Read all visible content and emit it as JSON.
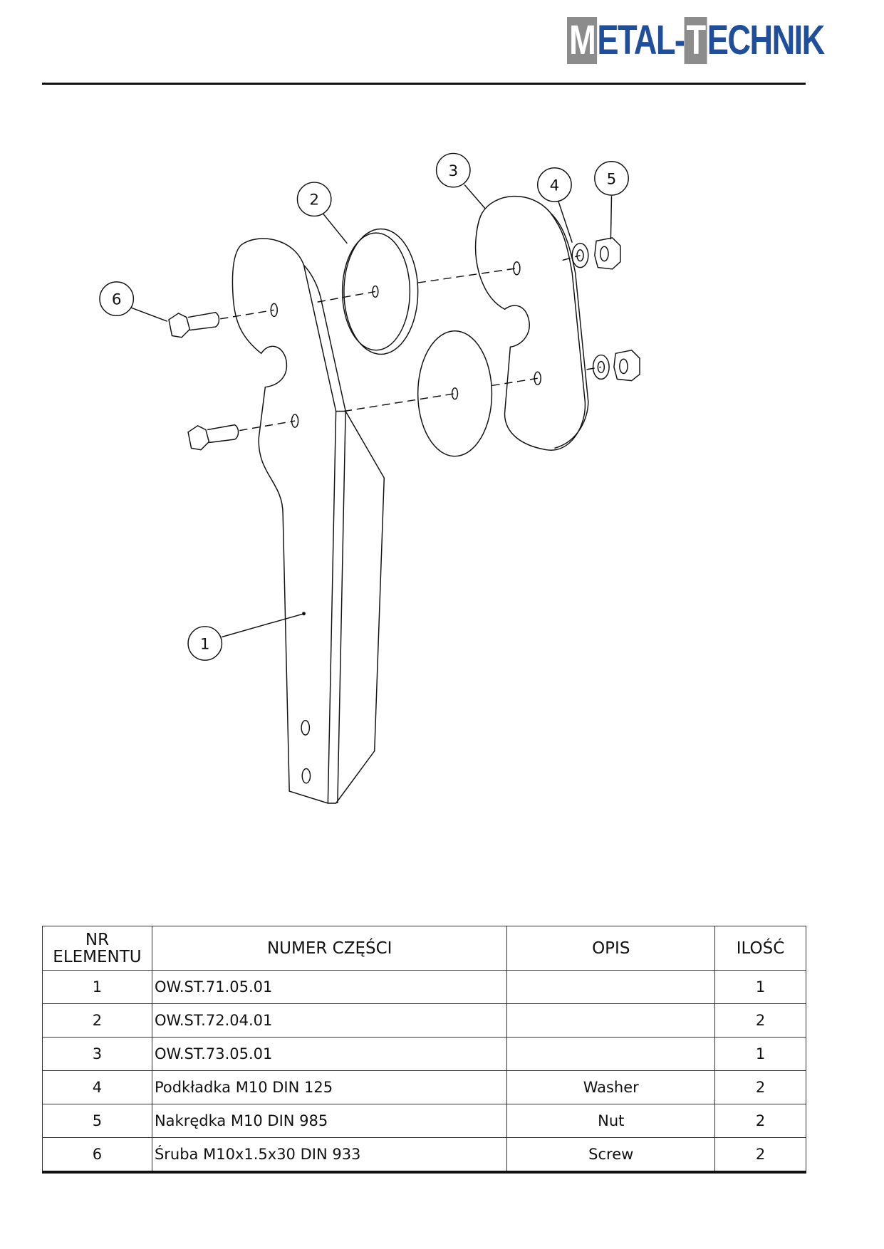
{
  "header": {
    "logo_first_letter": "M",
    "logo_middle": "ETAL-",
    "logo_second_letter": "T",
    "logo_end": "ECHNIK",
    "logo_text": "METAL-TECHNIK",
    "brand_color": "#1f4f9c"
  },
  "drawing": {
    "balloons": [
      "1",
      "2",
      "3",
      "4",
      "5",
      "6"
    ]
  },
  "bom": {
    "headers": {
      "nr_line1": "NR",
      "nr_line2": "ELEMENTU",
      "part_number": "NUMER CZĘŚCI",
      "description": "OPIS",
      "quantity": "ILOŚĆ"
    },
    "rows": [
      {
        "nr": "1",
        "part": "OW.ST.71.05.01",
        "desc": "",
        "qty": "1"
      },
      {
        "nr": "2",
        "part": "OW.ST.72.04.01",
        "desc": "",
        "qty": "2"
      },
      {
        "nr": "3",
        "part": "OW.ST.73.05.01",
        "desc": "",
        "qty": "1"
      },
      {
        "nr": "4",
        "part": "Podkładka M10 DIN 125",
        "desc": "Washer",
        "qty": "2"
      },
      {
        "nr": "5",
        "part": "Nakrędka M10 DIN 985",
        "desc": "Nut",
        "qty": "2"
      },
      {
        "nr": "6",
        "part": "Śruba M10x1.5x30 DIN 933",
        "desc": "Screw",
        "qty": "2"
      }
    ]
  }
}
